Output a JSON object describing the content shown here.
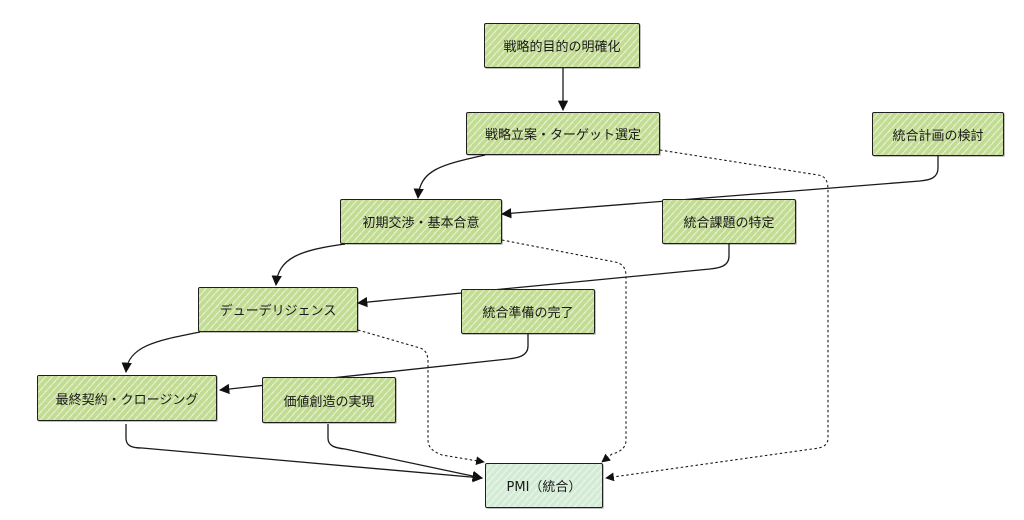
{
  "nodes": {
    "n1": "戦略的目的の明確化",
    "n2": "戦略立案・ターゲット選定",
    "n3": "統合計画の検討",
    "n4": "初期交渉・基本合意",
    "n5": "統合課題の特定",
    "n6": "デューデリジェンス",
    "n7": "統合準備の完了",
    "n8": "最終契約・クロージング",
    "n9": "価値創造の実現",
    "n10": "PMI（統合）"
  },
  "colors": {
    "node_fill": "#c3dc94",
    "final_fill": "#d4ecd6",
    "stroke": "#1f1f1f"
  }
}
